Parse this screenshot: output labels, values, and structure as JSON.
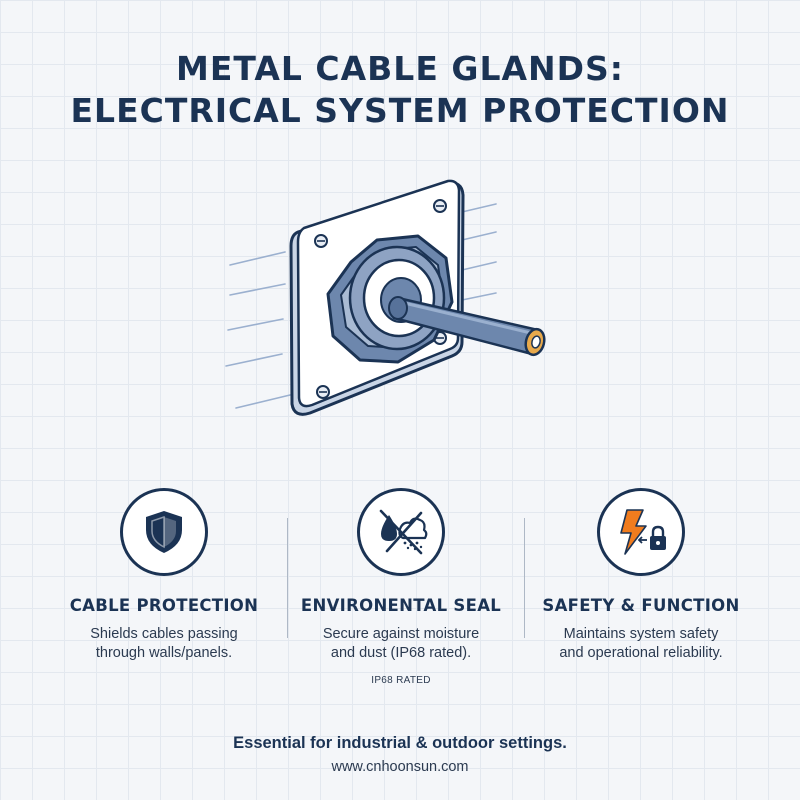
{
  "title": {
    "line1": "METAL CABLE GLANDS:",
    "line2": "ELECTRICAL SYSTEM PROTECTION"
  },
  "colors": {
    "navy": "#1b3354",
    "steel_blue": "#6d87ad",
    "orange": "#f07c1e",
    "background": "#f4f6f9"
  },
  "features": [
    {
      "icon": "shield-icon",
      "title": "CABLE PROTECTION",
      "desc_line1": "Shields cables passing",
      "desc_line2": "through walls/panels."
    },
    {
      "icon": "no-moisture-dust-icon",
      "title": "ENVIRONENTAL SEAL",
      "desc_line1": "Secure against moisture",
      "desc_line2": "and dust (IP68 rated).",
      "badge": "IP68 RATED"
    },
    {
      "icon": "lightning-lock-icon",
      "title": "SAFETY & FUNCTION",
      "desc_line1": "Maintains system safety",
      "desc_line2": "and operational reliability."
    }
  ],
  "footer": {
    "tagline": "Essential for industrial & outdoor settings.",
    "url": "www.cnhoonsun.com"
  }
}
